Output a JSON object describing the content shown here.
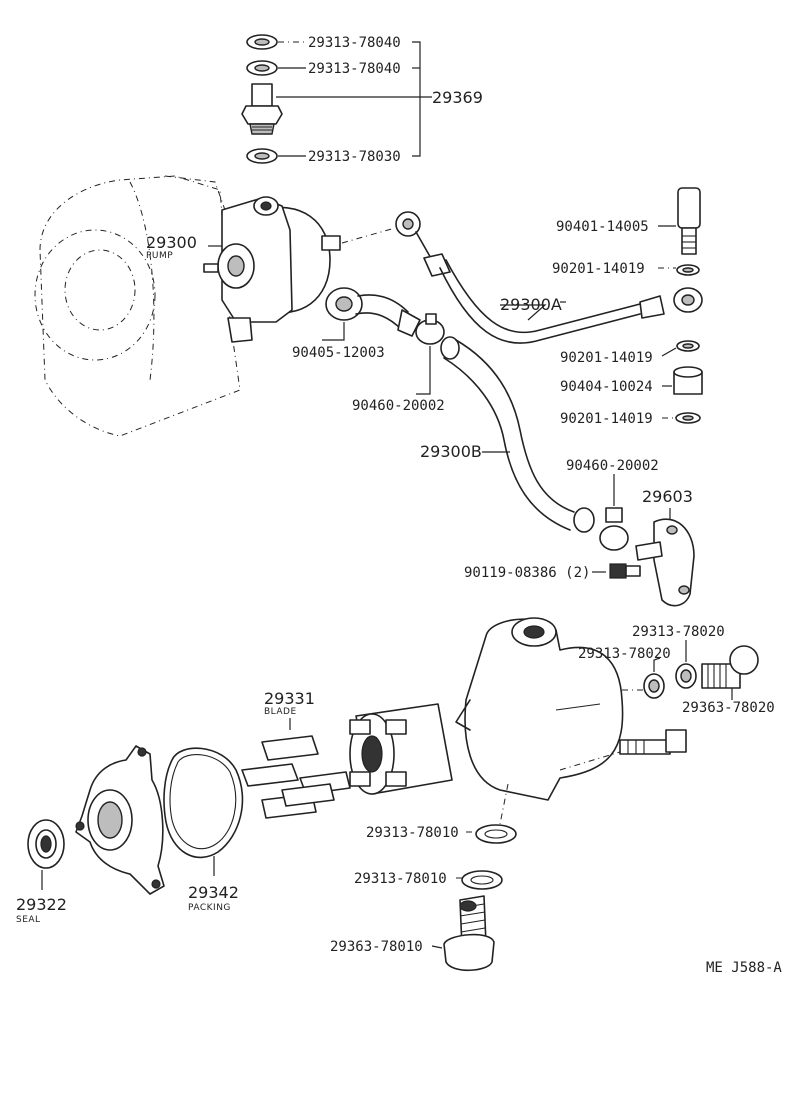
{
  "diagram": {
    "code": "ME J588-A",
    "labels": {
      "washer_top_1": "29313-78040",
      "washer_top_2": "29313-78040",
      "union_bolt_group": "29369",
      "washer_top_3": "29313-78030",
      "pump_assy": "29300",
      "pump_word": "PUMP",
      "bolt_90401": "90401-14005",
      "gasket_90201_a": "90201-14019",
      "hose_29300a": "29300A",
      "union_90405": "90405-12003",
      "gasket_90201_b": "90201-14019",
      "spacer_90404": "90404-10024",
      "clamp_90460_a": "90460-20002",
      "gasket_90201_c": "90201-14019",
      "hose_29300b": "29300B",
      "clamp_90460_b": "90460-20002",
      "flange_29603": "29603",
      "bolt_90119": "90119-08386 (2)",
      "washer_78020_a": "29313-78020",
      "washer_78020_b": "29313-78020",
      "blade_no": "29331",
      "blade_word": "BLADE",
      "bolt_78020": "29363-78020",
      "washer_78010_a": "29313-78010",
      "washer_78010_b": "29313-78010",
      "seal_no": "29322",
      "seal_word": "SEAL",
      "packing_no": "29342",
      "packing_word": "PACKING",
      "bolt_78010": "29363-78010"
    }
  }
}
